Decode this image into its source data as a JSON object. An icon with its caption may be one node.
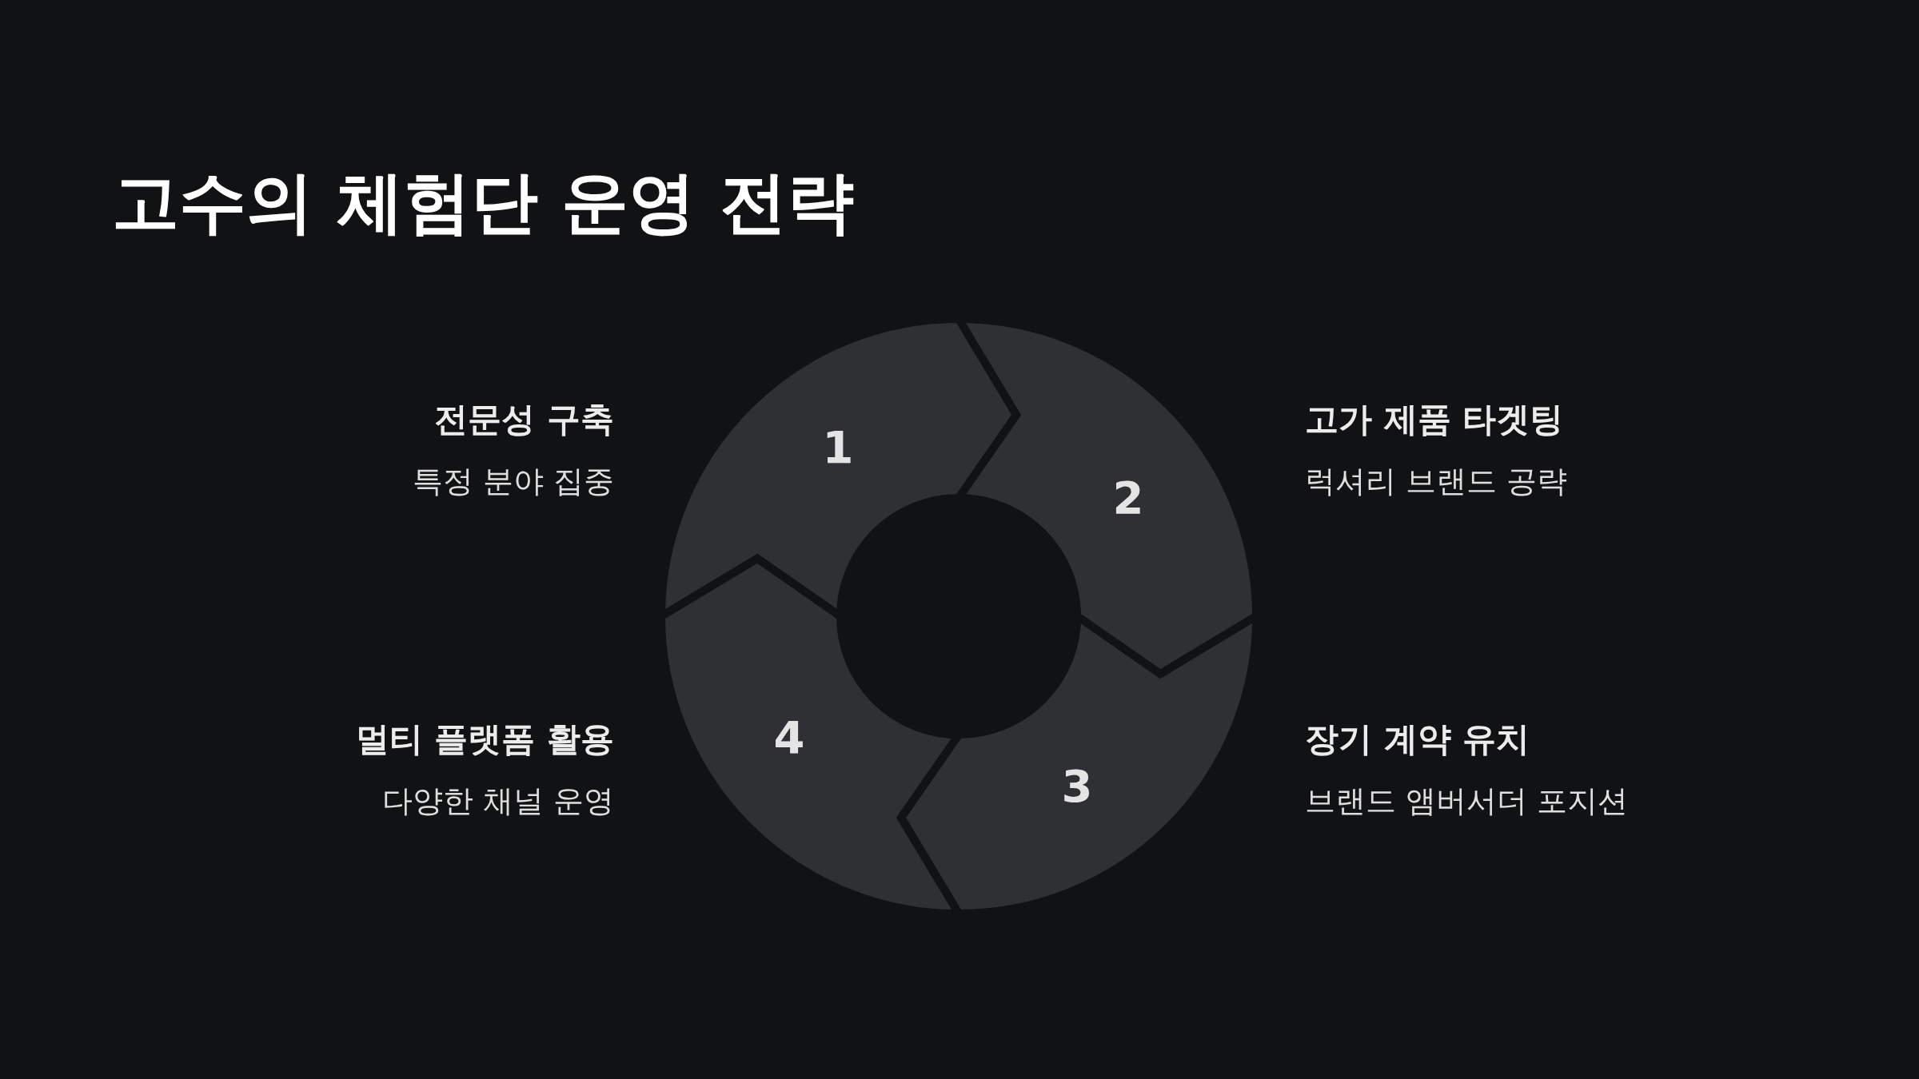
{
  "diagram": {
    "title": "고수의 체험단 운영 전략",
    "nodes": [
      {
        "text": [
          "1"
        ],
        "beside": [
          "전문성 구축",
          "특정 분야 집중"
        ]
      },
      {
        "text": [
          "2"
        ],
        "beside": [
          "고가 제품 타겟팅",
          "럭셔리 브랜드 공략"
        ]
      },
      {
        "text": [
          "3"
        ],
        "beside": [
          "장기 계약 유치",
          "브랜드 앰버서더 포지션"
        ]
      },
      {
        "text": [
          "4"
        ],
        "beside": [
          "멀티 플랫폼 활용",
          "다양한 채널 운영"
        ]
      }
    ]
  }
}
